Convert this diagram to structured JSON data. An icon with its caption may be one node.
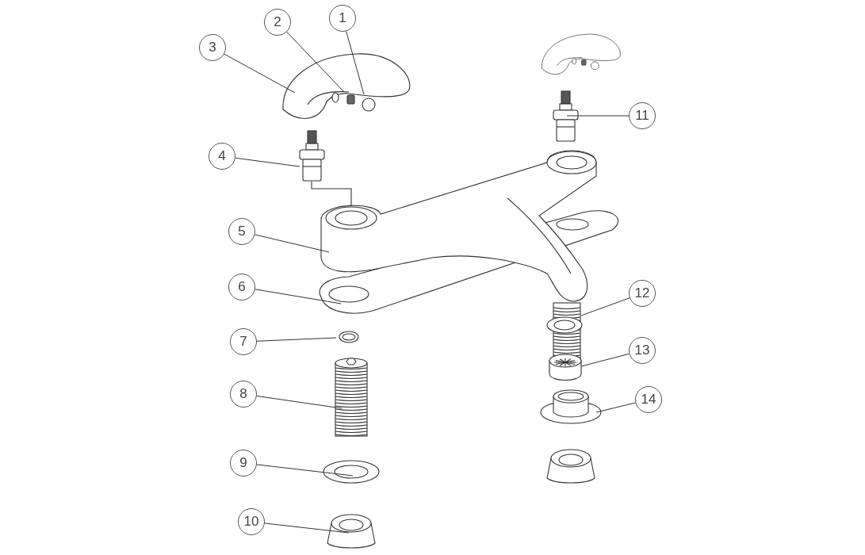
{
  "diagram": {
    "nodes": [
      {
        "text": [
          "1"
        ]
      },
      {
        "text": [
          "2"
        ]
      },
      {
        "text": [
          "3"
        ]
      },
      {
        "text": [
          "4"
        ]
      },
      {
        "text": [
          "5"
        ]
      },
      {
        "text": [
          "6"
        ]
      },
      {
        "text": [
          "7"
        ]
      },
      {
        "text": [
          "8"
        ]
      },
      {
        "text": [
          "9"
        ]
      },
      {
        "text": [
          "10"
        ]
      },
      {
        "text": [
          "11"
        ]
      },
      {
        "text": [
          "12"
        ]
      },
      {
        "text": [
          "13"
        ]
      },
      {
        "text": [
          "14"
        ]
      }
    ],
    "edges": [
      {
        "from": 0,
        "to": null,
        "arrow": "none"
      },
      {
        "from": 1,
        "to": null,
        "arrow": "none"
      },
      {
        "from": 2,
        "to": null,
        "arrow": "none"
      },
      {
        "from": 3,
        "to": null,
        "arrow": "none"
      },
      {
        "from": 4,
        "to": null,
        "arrow": "none"
      },
      {
        "from": 5,
        "to": null,
        "arrow": "none"
      },
      {
        "from": 6,
        "to": null,
        "arrow": "none"
      },
      {
        "from": 7,
        "to": null,
        "arrow": "none"
      },
      {
        "from": 8,
        "to": null,
        "arrow": "none"
      },
      {
        "from": 9,
        "to": null,
        "arrow": "none"
      },
      {
        "from": 10,
        "to": null,
        "arrow": "none"
      },
      {
        "from": 11,
        "to": null,
        "arrow": "none"
      },
      {
        "from": 12,
        "to": null,
        "arrow": "none"
      },
      {
        "from": 13,
        "to": null,
        "arrow": "none"
      }
    ]
  }
}
